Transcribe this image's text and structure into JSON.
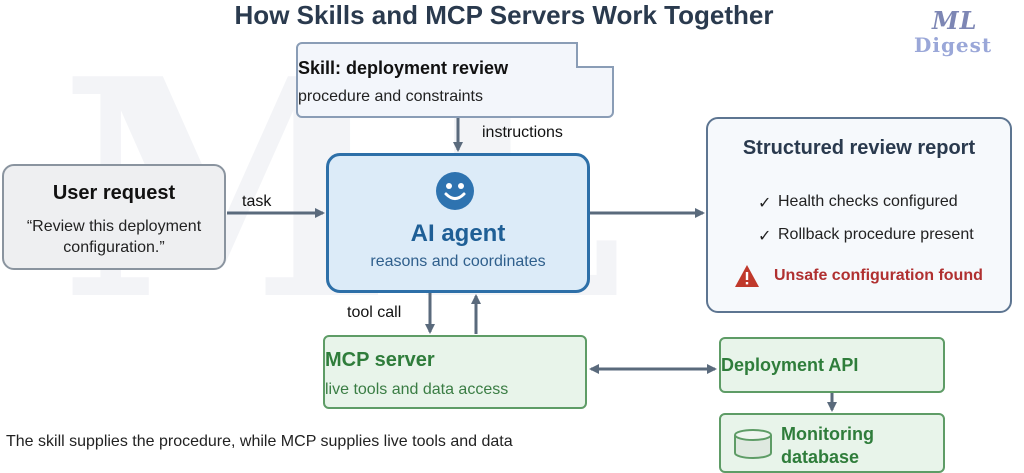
{
  "title": "How Skills and MCP Servers Work Together",
  "logo": {
    "line1": "ML",
    "line2": "Digest"
  },
  "skill": {
    "title": "Skill: deployment review",
    "subtitle": "procedure and constraints"
  },
  "user_request": {
    "title": "User request",
    "text": "“Review this deployment configuration.”"
  },
  "agent": {
    "title": "AI agent",
    "subtitle": "reasons and coordinates"
  },
  "report": {
    "title": "Structured review report",
    "checks": [
      "Health checks configured",
      "Rollback procedure present"
    ],
    "check_mark": "✓",
    "warning": "Unsafe configuration found"
  },
  "mcp": {
    "title": "MCP server",
    "subtitle": "live tools and data access"
  },
  "deployment_api": {
    "title": "Deployment API"
  },
  "monitoring_db": {
    "title": "Monitoring database"
  },
  "labels": {
    "instructions": "instructions",
    "task": "task",
    "tool_call": "tool call"
  },
  "caption": "The skill supplies the procedure, while MCP supplies live tools and data",
  "colors": {
    "arrow": "#5a6a7c",
    "agent_accent": "#2e73b0",
    "mcp_green": "#5e9c66",
    "warning_red": "#c0392b"
  }
}
